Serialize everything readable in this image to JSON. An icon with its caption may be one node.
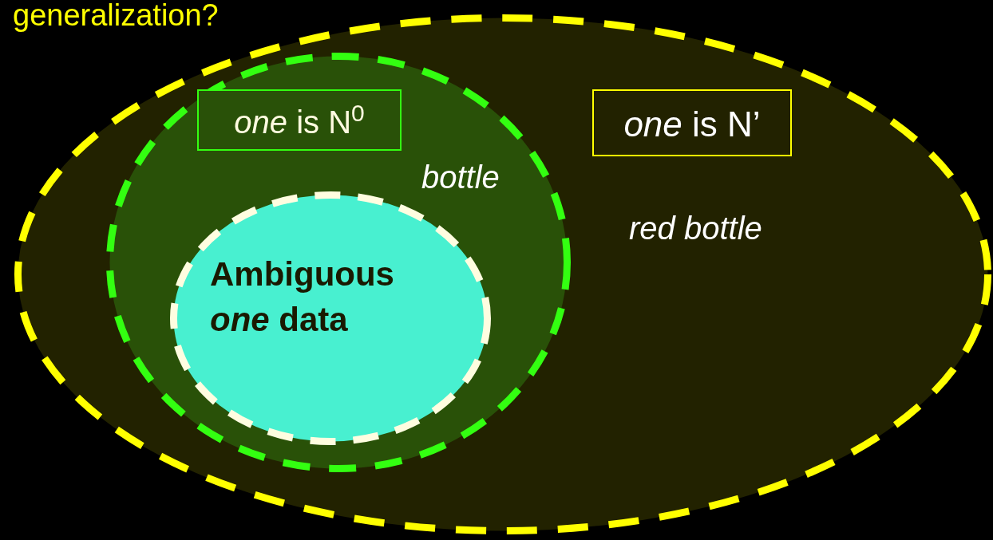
{
  "diagram": {
    "title": "generalization?",
    "nodes": [
      {
        "text": [
          "red bottle"
        ]
      },
      {
        "text": [
          "*one* is N’"
        ],
        "in": 0
      },
      {
        "text": [
          "bottle"
        ],
        "in": 0
      },
      {
        "text": [
          "*one* is N$^{0}$"
        ],
        "in": 2
      },
      {
        "text": [
          "Ambiguous *one* data"
        ],
        "in": 2
      }
    ]
  }
}
